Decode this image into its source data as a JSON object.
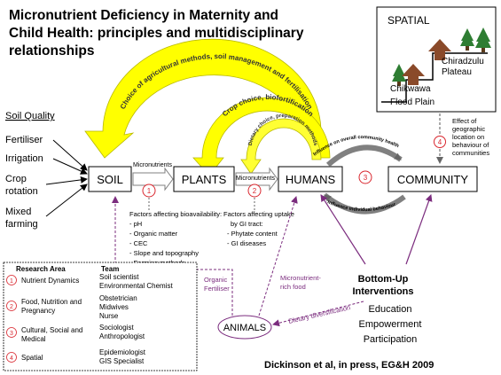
{
  "title": {
    "lines": [
      "Micronutrient Deficiency in Maternity and",
      "Child Health: principles and multidisciplinary",
      "relationships"
    ]
  },
  "spatial": {
    "heading": "SPATIAL",
    "plateau_lines": [
      "Chiradzulu",
      "Plateau"
    ],
    "flood_lines": [
      "Chikwawa",
      "Flood Plain"
    ]
  },
  "soil_factors": {
    "heading": "Soil Quality",
    "items": [
      {
        "lines": [
          "Fertiliser"
        ]
      },
      {
        "lines": [
          "Irrigation"
        ]
      },
      {
        "lines": [
          "Crop",
          "rotation"
        ]
      },
      {
        "lines": [
          "Mixed",
          "farming"
        ]
      }
    ]
  },
  "nodes": {
    "soil": "SOIL",
    "plants": "PLANTS",
    "humans": "HUMANS",
    "community": "COMMUNITY",
    "animals": "ANIMALS"
  },
  "arrows": {
    "micronutrients_1": "Micronutrients",
    "micronutrients_2": "Micronutrients",
    "big_arc": "Choice of agricultural methods, soil management and fertilisation",
    "mid_arc": "Crop choice, biofortification",
    "small_arc": "Dietary choice, preparation methods",
    "community_top": "Influence on overall community health",
    "community_bottom": "Influence individual behaviour",
    "organic_fertiliser": [
      "Organic",
      "Fertiliser"
    ],
    "micronutrient_food": [
      "Micronutrient-",
      "rich food"
    ],
    "dietary_diversification": "Dietary diversification",
    "geographic_effect": [
      "Effect of",
      "geographic",
      "location on",
      "behaviour of",
      "communities"
    ]
  },
  "badges": {
    "b1": "1",
    "b2": "2",
    "b3": "3",
    "b4": "4"
  },
  "bioavailability": {
    "heading": "Factors affecting bioavailability:",
    "items": [
      "- pH",
      "- Organic matter",
      "- CEC",
      "- Slope and topography",
      "- Farming methods"
    ]
  },
  "uptake": {
    "heading_lines": [
      "Factors affecting uptake",
      "by GI tract:"
    ],
    "items": [
      "- Phytate content",
      "- GI diseases"
    ]
  },
  "interventions": {
    "heading_lines": [
      "Bottom-Up",
      "Interventions"
    ],
    "items": [
      "Education",
      "Empowerment",
      "Participation"
    ]
  },
  "research_table": {
    "col_area": "Research Area",
    "col_team": "Team",
    "rows": [
      {
        "num": "1",
        "area": [
          "Nutrient Dynamics"
        ],
        "team": [
          "Soil scientist",
          "Environmental Chemist"
        ]
      },
      {
        "num": "2",
        "area": [
          "Food, Nutrition and",
          "Pregnancy"
        ],
        "team": [
          "Obstetrician",
          "Midwives",
          "Nurse"
        ]
      },
      {
        "num": "3",
        "area": [
          "Cultural, Social and",
          "Medical"
        ],
        "team": [
          "Sociologist",
          "Anthropologist"
        ]
      },
      {
        "num": "4",
        "area": [
          "Spatial"
        ],
        "team": [
          "Epidemiologist",
          "GIS Specialist"
        ]
      }
    ]
  },
  "citation": "Dickinson et al, in press, EG&H 2009",
  "colors": {
    "yellow": "#ffff00",
    "yellow_outline": "#b8b800",
    "brown": "#8a4a2a",
    "tree": "#2e7d32",
    "red_badge": "#d9262e",
    "purple": "#7b2c7e",
    "gray_arrow": "#808080"
  }
}
